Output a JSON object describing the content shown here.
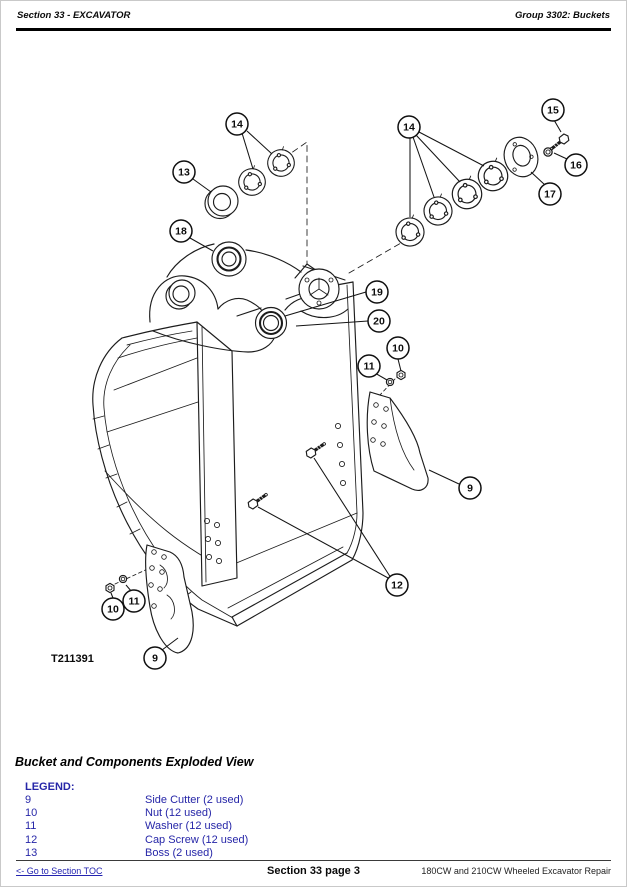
{
  "header": {
    "left": "Section 33 - EXCAVATOR",
    "right": "Group 3302: Buckets"
  },
  "figure": {
    "id": "T211391",
    "caption": "Bucket and Components Exploded View",
    "callouts": [
      {
        "label": "13"
      },
      {
        "label": "14"
      },
      {
        "label": "14"
      },
      {
        "label": "15"
      },
      {
        "label": "16"
      },
      {
        "label": "17"
      },
      {
        "label": "18"
      },
      {
        "label": "19"
      },
      {
        "label": "20"
      },
      {
        "label": "10"
      },
      {
        "label": "11"
      },
      {
        "label": "9"
      },
      {
        "label": "12"
      },
      {
        "label": "10"
      },
      {
        "label": "11"
      },
      {
        "label": "9"
      }
    ]
  },
  "legend": {
    "title": "LEGEND:",
    "entries": [
      {
        "num": "9",
        "desc": "Side Cutter (2 used)"
      },
      {
        "num": "10",
        "desc": "Nut (12 used)"
      },
      {
        "num": "11",
        "desc": "Washer (12 used)"
      },
      {
        "num": "12",
        "desc": "Cap Screw (12 used)"
      },
      {
        "num": "13",
        "desc": "Boss (2 used)"
      }
    ]
  },
  "footer": {
    "left": "<- Go to Section TOC",
    "center": "Section 33 page 3",
    "right": "180CW and 210CW Wheeled Excavator Repair"
  },
  "colors": {
    "navy_text": "#2626a8",
    "link": "#2323b0",
    "line_art": "#1c1c1c"
  }
}
